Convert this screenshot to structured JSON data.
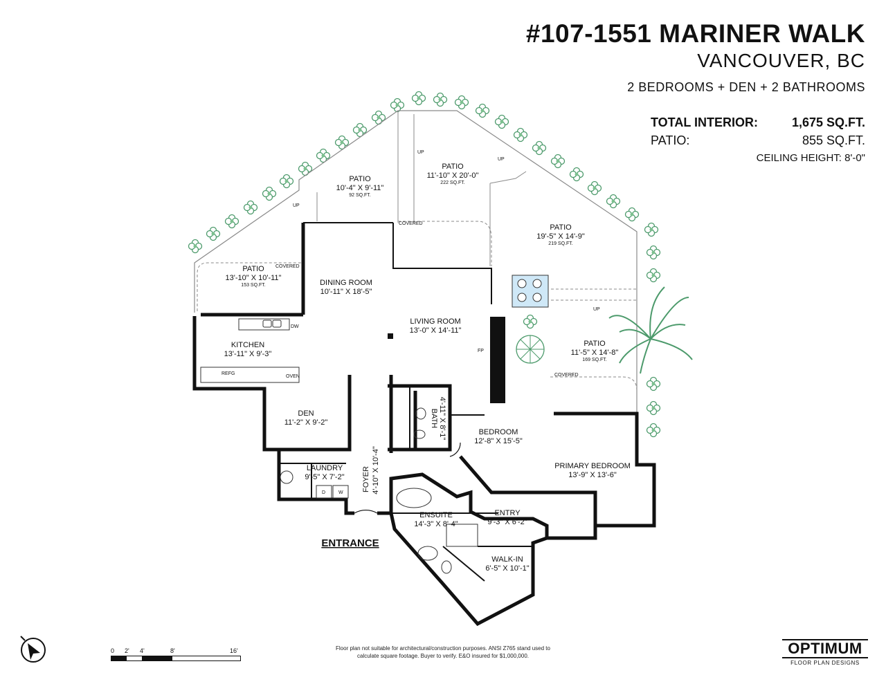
{
  "header": {
    "address": "#107-1551 MARINER WALK",
    "city": "VANCOUVER, BC",
    "summary": "2 BEDROOMS + DEN + 2 BATHROOMS"
  },
  "stats": {
    "total_interior_label": "TOTAL INTERIOR:",
    "total_interior_value": "1,675 SQ.FT.",
    "patio_label": "PATIO:",
    "patio_value": "855 SQ.FT.",
    "ceiling": "CEILING HEIGHT: 8'-0\""
  },
  "rooms": {
    "patio_a": {
      "name": "PATIO",
      "dims": "13'-10\" X 10'-11\"",
      "area": "153 SQ.FT."
    },
    "patio_b": {
      "name": "PATIO",
      "dims": "10'-4\" X 9'-11\"",
      "area": "92 SQ.FT."
    },
    "patio_c": {
      "name": "PATIO",
      "dims": "11'-10\" X 20'-0\"",
      "area": "222 SQ.FT."
    },
    "patio_d": {
      "name": "PATIO",
      "dims": "19'-5\" X 14'-9\"",
      "area": "219 SQ.FT."
    },
    "patio_e": {
      "name": "PATIO",
      "dims": "11'-5\" X 14'-8\"",
      "area": "169 SQ.FT."
    },
    "dining": {
      "name": "DINING ROOM",
      "dims": "10'-11\" X 18'-5\""
    },
    "living": {
      "name": "LIVING ROOM",
      "dims": "13'-0\" X 14'-11\""
    },
    "kitchen": {
      "name": "KITCHEN",
      "dims": "13'-11\" X 9'-3\""
    },
    "den": {
      "name": "DEN",
      "dims": "11'-2\" X 9'-2\""
    },
    "laundry": {
      "name": "LAUNDRY",
      "dims": "9'-5\" X 7'-2\""
    },
    "foyer": {
      "name": "FOYER",
      "dims": "4'-10\" X 10'-4\""
    },
    "bath": {
      "name": "BATH",
      "dims": "4'-11\" X 8'-1\""
    },
    "bedroom": {
      "name": "BEDROOM",
      "dims": "12'-8\" X 15'-5\""
    },
    "primary": {
      "name": "PRIMARY BEDROOM",
      "dims": "13'-9\" X 13'-6\""
    },
    "ensuite": {
      "name": "ENSUITE",
      "dims": "14'-3\" X 8'-4\""
    },
    "entry": {
      "name": "ENTRY",
      "dims": "9'-3\" X 6'-2\""
    },
    "walkin": {
      "name": "WALK-IN",
      "dims": "6'-5\" X 10'-1\""
    }
  },
  "fixtures": {
    "dw": "DW",
    "refg": "REFG",
    "oven": "OVEN",
    "fp": "FP",
    "dryer": "D",
    "washer": "W"
  },
  "annotations": {
    "covered": "COVERED",
    "up": "UP",
    "entrance": "ENTRANCE"
  },
  "scale": {
    "labels": [
      "0",
      "2'",
      "4'",
      "8'",
      "16'"
    ]
  },
  "disclaimer": "Floor plan not suitable for architectural/construction purposes. ANSI Z765 stand used to calculate square footage. Buyer to verify. E&O insured for $1,000,000.",
  "logo": {
    "word": "OPTIMUM",
    "tagline": "FLOOR PLAN DESIGNS"
  },
  "colors": {
    "walls": "#111111",
    "foliage": "#4c9a6b",
    "outline": "#8a8a8a"
  }
}
